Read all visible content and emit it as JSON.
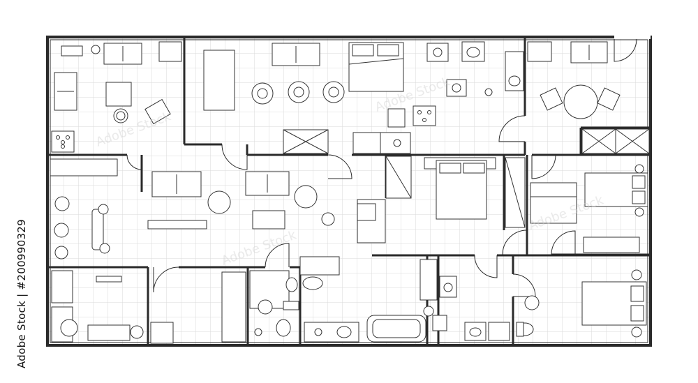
{
  "image": {
    "watermark_text": "Adobe Stock",
    "stock_id": "Adobe Stock | #200990329",
    "line_color": "#2a2a2a",
    "grid_color": "#d9d9d9",
    "background": "#ffffff"
  },
  "floor_plan": {
    "rooms": [
      {
        "id": "living-room-nw",
        "fixtures": [
          "window-unit",
          "side-table",
          "sofa",
          "armchair",
          "coffee-table",
          "round-stool",
          "lounge-chair",
          "cooktop"
        ]
      },
      {
        "id": "great-room-north",
        "fixtures": [
          "long-table",
          "sofa",
          "fan-chairs",
          "double-bed",
          "cabinet",
          "wash-basin",
          "toilet-top"
        ]
      },
      {
        "id": "dining-ne",
        "fixtures": [
          "sofa",
          "round-table",
          "chairs",
          "wardrobe"
        ]
      },
      {
        "id": "lobby-center",
        "fixtures": [
          "sofas",
          "armchairs",
          "coffee-table",
          "plant",
          "tv-console"
        ]
      },
      {
        "id": "bedroom-center",
        "fixtures": [
          "double-bed",
          "desk",
          "wardrobe"
        ]
      },
      {
        "id": "bedroom-east",
        "fixtures": [
          "double-bed",
          "sofa",
          "clothes-rack"
        ]
      },
      {
        "id": "bathroom-west",
        "fixtures": [
          "toilet",
          "basin",
          "shower"
        ]
      },
      {
        "id": "kitchen-sw",
        "fixtures": [
          "counter",
          "round-sink",
          "cabinet"
        ]
      },
      {
        "id": "walk-in-closet",
        "fixtures": [
          "hanging-rail"
        ]
      },
      {
        "id": "bathroom-south",
        "fixtures": [
          "toilet",
          "bidet",
          "basins",
          "bathtub"
        ]
      },
      {
        "id": "bedroom-se",
        "fixtures": [
          "double-bed",
          "nightstands",
          "chair"
        ]
      }
    ]
  }
}
